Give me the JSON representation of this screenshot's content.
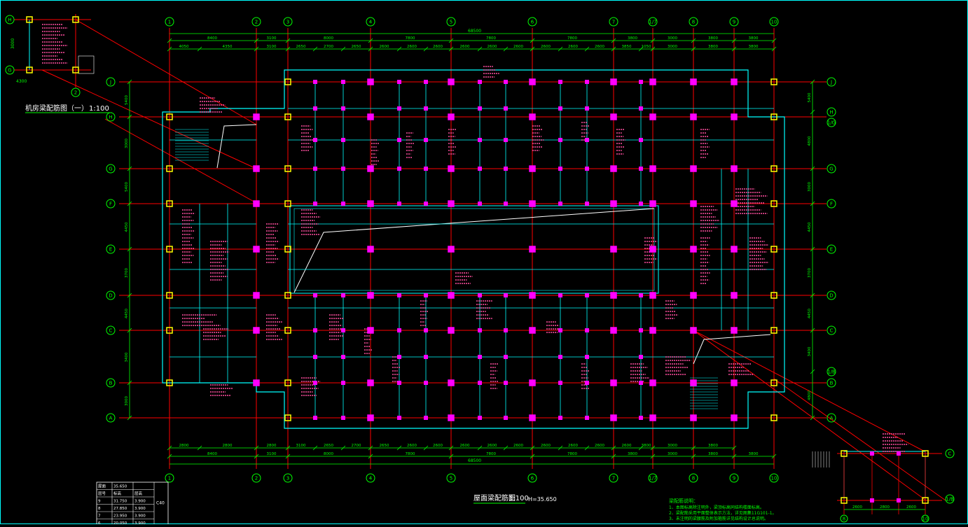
{
  "colors": {
    "background": "#000000",
    "grid_axis": "#ff0000",
    "dimension": "#00ff00",
    "beam": "#00ffff",
    "column_fill": "#ff00ff",
    "corner_column": "#ffff00",
    "annotation": "#ff4fa0",
    "section_cut": "#ff0000",
    "notes": "#00ff00",
    "frame": "#00ffff"
  },
  "main_plan": {
    "title": "屋面梁配筋图",
    "scale": "1:100",
    "elevation": "H=35.650",
    "columns_top": [
      "1",
      "2",
      "3",
      "4",
      "5",
      "6",
      "7",
      "1/7",
      "8",
      "9",
      "10"
    ],
    "rows_left": [
      "J",
      "H",
      "G",
      "F",
      "E",
      "D",
      "C",
      "B",
      "A"
    ],
    "rows_right": [
      "J",
      "H",
      "1/G",
      "G",
      "F",
      "E",
      "D",
      "C",
      "1/B",
      "B",
      "A"
    ],
    "top_dim_total": "68500",
    "top_dim_groups": [
      "8400",
      "3100",
      "8000",
      "7800",
      "7800",
      "7800",
      "3800",
      "3000",
      "3800",
      "3800"
    ],
    "top_dim_detail": [
      "4050",
      "4350",
      "3100",
      "2650",
      "2700",
      "2650",
      "2600",
      "2600",
      "2600",
      "2600",
      "2600",
      "2600",
      "2600",
      "2600",
      "2600",
      "3850",
      "1050",
      "3000",
      "3800",
      "3800"
    ],
    "bottom_dim_detail": [
      "2800",
      "2800",
      "2800",
      "3100",
      "2650",
      "2700",
      "2650",
      "2600",
      "2600",
      "2600",
      "2600",
      "2600",
      "2600",
      "2600",
      "2600",
      "2600",
      "3800",
      "3000",
      "3800"
    ],
    "bottom_dim_groups": [
      "8400",
      "3100",
      "8000",
      "7800",
      "7800",
      "7800",
      "3800",
      "3000",
      "3800",
      "3800"
    ],
    "bottom_dim_total": "68500",
    "left_dims": [
      "5400",
      "3000",
      "5400",
      "4450",
      "3700",
      "4450",
      "3400",
      "3000",
      "3400"
    ],
    "right_dims": [
      "5400",
      "4800",
      "3000",
      "4450",
      "3700",
      "4450",
      "3400",
      "4800",
      "3400"
    ]
  },
  "detail_1": {
    "title": "机房梁配筋图（一）",
    "scale": "1:100",
    "rows": [
      "H",
      "G"
    ],
    "column": "2",
    "dim_bottom": "4300",
    "dim_side": "3000"
  },
  "detail_2": {
    "rows": [
      "C",
      "1/B"
    ],
    "columns": [
      "8",
      "10"
    ],
    "dims_bottom": [
      "2600",
      "2800",
      "2600"
    ]
  },
  "floor_table": {
    "header": [
      "屋面",
      "35.650",
      ""
    ],
    "rows": [
      [
        "层号",
        "标高",
        "层高"
      ],
      [
        "9",
        "31.750",
        "3.900"
      ],
      [
        "8",
        "27.850",
        "3.900"
      ],
      [
        "7",
        "23.950",
        "3.900"
      ],
      [
        "6",
        "20.050",
        "3.900"
      ]
    ],
    "concrete": "C40"
  },
  "notes": {
    "heading": "梁配筋说明：",
    "lines": [
      "1、本图标高除注明外，梁顶标高同结构楼面标高。",
      "2、梁配筋采用平面整体表示方法，详见图集11G101-1。",
      "3、未注明的梁腰筋及附加箍筋详见结构设计总说明。"
    ]
  }
}
